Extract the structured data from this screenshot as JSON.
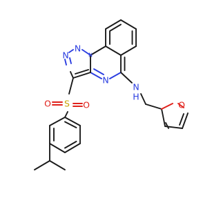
{
  "molecule": {
    "atom_labels": {
      "n_triazole_1": "N",
      "n_triazole_2": "N",
      "n_bridge": "N",
      "n_pyrimidine": "N",
      "n_amine": "N",
      "h_amine": "H",
      "s_sulfonyl": "S",
      "o_sulfonyl_1": "O",
      "o_sulfonyl_2": "O",
      "o_furan": "O"
    },
    "colors": {
      "carbon_bond": "#1a1a1a",
      "nitrogen": "#2a3de0",
      "oxygen": "#e0201a",
      "sulfur": "#c8a000"
    }
  }
}
